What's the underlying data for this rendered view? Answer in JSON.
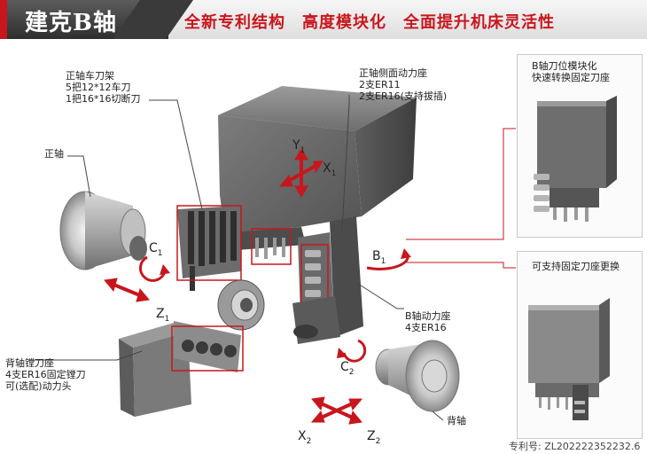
{
  "header": {
    "title": "建克B轴",
    "slogan": "全新专利结构　高度模块化　全面提升机床灵活性"
  },
  "labels": {
    "main_tool_rest": [
      "正轴车刀架",
      "5把12*12车刀",
      "1把16*16切断刀"
    ],
    "main_spindle": "正轴",
    "side_power_seat": [
      "正轴侧面动力座",
      "2支ER11",
      "2支ER16(支持拔插)"
    ],
    "b_power_seat": [
      "B轴动力座",
      "4支ER16"
    ],
    "back_boring_seat": [
      "背轴镗刀座",
      "4支ER16固定镗刀",
      "可(选配)动力头"
    ],
    "back_spindle": "背轴"
  },
  "axes": {
    "y1": "Y",
    "x1": "X",
    "c1": "C",
    "z1": "Z",
    "b1": "B",
    "c2": "C",
    "x2": "X",
    "z2": "Z",
    "sub1": "1",
    "sub2": "2"
  },
  "side_panels": {
    "top_title": [
      "B轴刀位模块化",
      "快速转换固定刀座"
    ],
    "bottom_title": "可支持固定刀座更换"
  },
  "patent": "专利号: ZL202222352232.6",
  "colors": {
    "brand_red": "#c8161d",
    "metal_dark": "#5a5a5a",
    "metal_mid": "#8c8c8c"
  }
}
